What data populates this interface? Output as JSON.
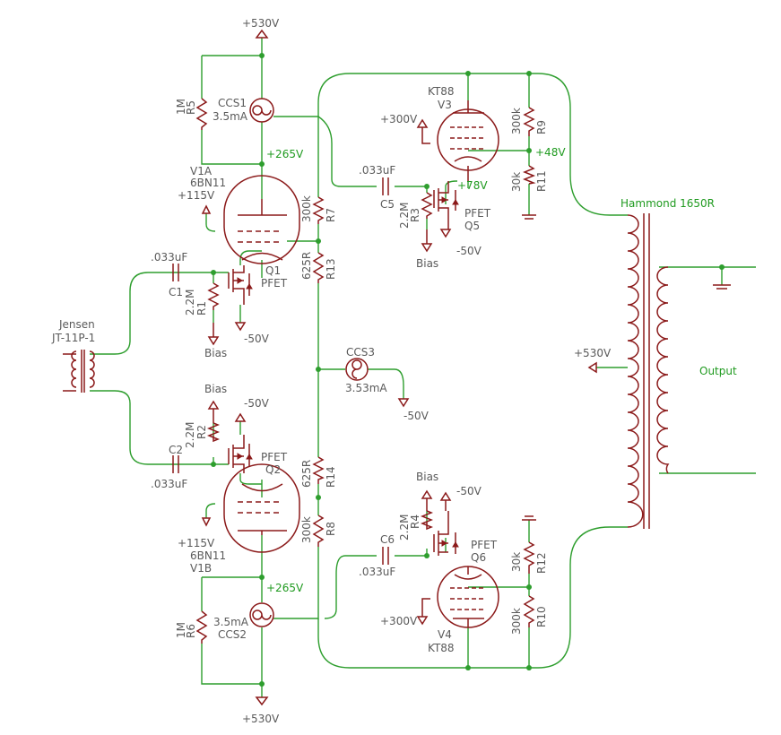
{
  "labels": {
    "vplus_top": "+530V",
    "vplus_bottom": "+530V",
    "vplus_mid": "+530V",
    "ccs1": "CCS1",
    "ccs1_val": "3.5mA",
    "ccs2": "CCS2",
    "ccs2_val": "3.5mA",
    "ccs3": "CCS3",
    "ccs3_val": "3.53mA",
    "r5": "R5",
    "r5_val": "1M",
    "r6": "R6",
    "r6_val": "1M",
    "v265_top": "+265V",
    "v265_bot": "+265V",
    "v1a": "V1A",
    "v1a_type": "6BN11",
    "v1a_heater": "+115V",
    "v1b": "V1B",
    "v1b_type": "6BN11",
    "v1b_heater": "+115V",
    "r7": "R7",
    "r7_val": "300k",
    "r13": "R13",
    "r13_val": "625R",
    "r14": "R14",
    "r14_val": "625R",
    "r8": "R8",
    "r8_val": "300k",
    "q1": "Q1",
    "q1_type": "PFET",
    "q2": "Q2",
    "q2_type": "PFET",
    "c1": "C1",
    "c1_val": ".033uF",
    "c2": "C2",
    "c2_val": ".033uF",
    "r1": "R1",
    "r1_val": "2.2M",
    "r2": "R2",
    "r2_val": "2.2M",
    "bias_r1": "Bias",
    "bias_r2": "Bias",
    "neg50_q1": "-50V",
    "neg50_q2": "-50V",
    "neg50_ccs3": "-50V",
    "jensen": "Jensen",
    "jensen_model": "JT-11P-1",
    "v3": "V3",
    "v3_type": "KT88",
    "v4": "V4",
    "v4_type": "KT88",
    "v300_v3": "+300V",
    "v300_v4": "+300V",
    "c5": "C5",
    "c5_val": ".033uF",
    "c6": "C6",
    "c6_val": ".033uF",
    "r3": "R3",
    "r3_val": "2.2M",
    "r4": "R4",
    "r4_val": "2.2M",
    "bias_r3": "Bias",
    "bias_r4": "Bias",
    "q5": "Q5",
    "q5_type": "PFET",
    "q6": "Q6",
    "q6_type": "PFET",
    "neg50_q5": "-50V",
    "neg50_q6": "-50V",
    "v78": "+78V",
    "v48": "+48V",
    "r9": "R9",
    "r9_val": "300k",
    "r11": "R11",
    "r11_val": "30k",
    "r12": "R12",
    "r12_val": "30k",
    "r10": "R10",
    "r10_val": "300k",
    "hammond": "Hammond 1650R",
    "output": "Output"
  },
  "colors": {
    "wire": "#2e9e2e",
    "part": "#8b1a1a",
    "text": "#5a5a5a",
    "net_label": "#1f9a1f",
    "background": "#ffffff"
  }
}
